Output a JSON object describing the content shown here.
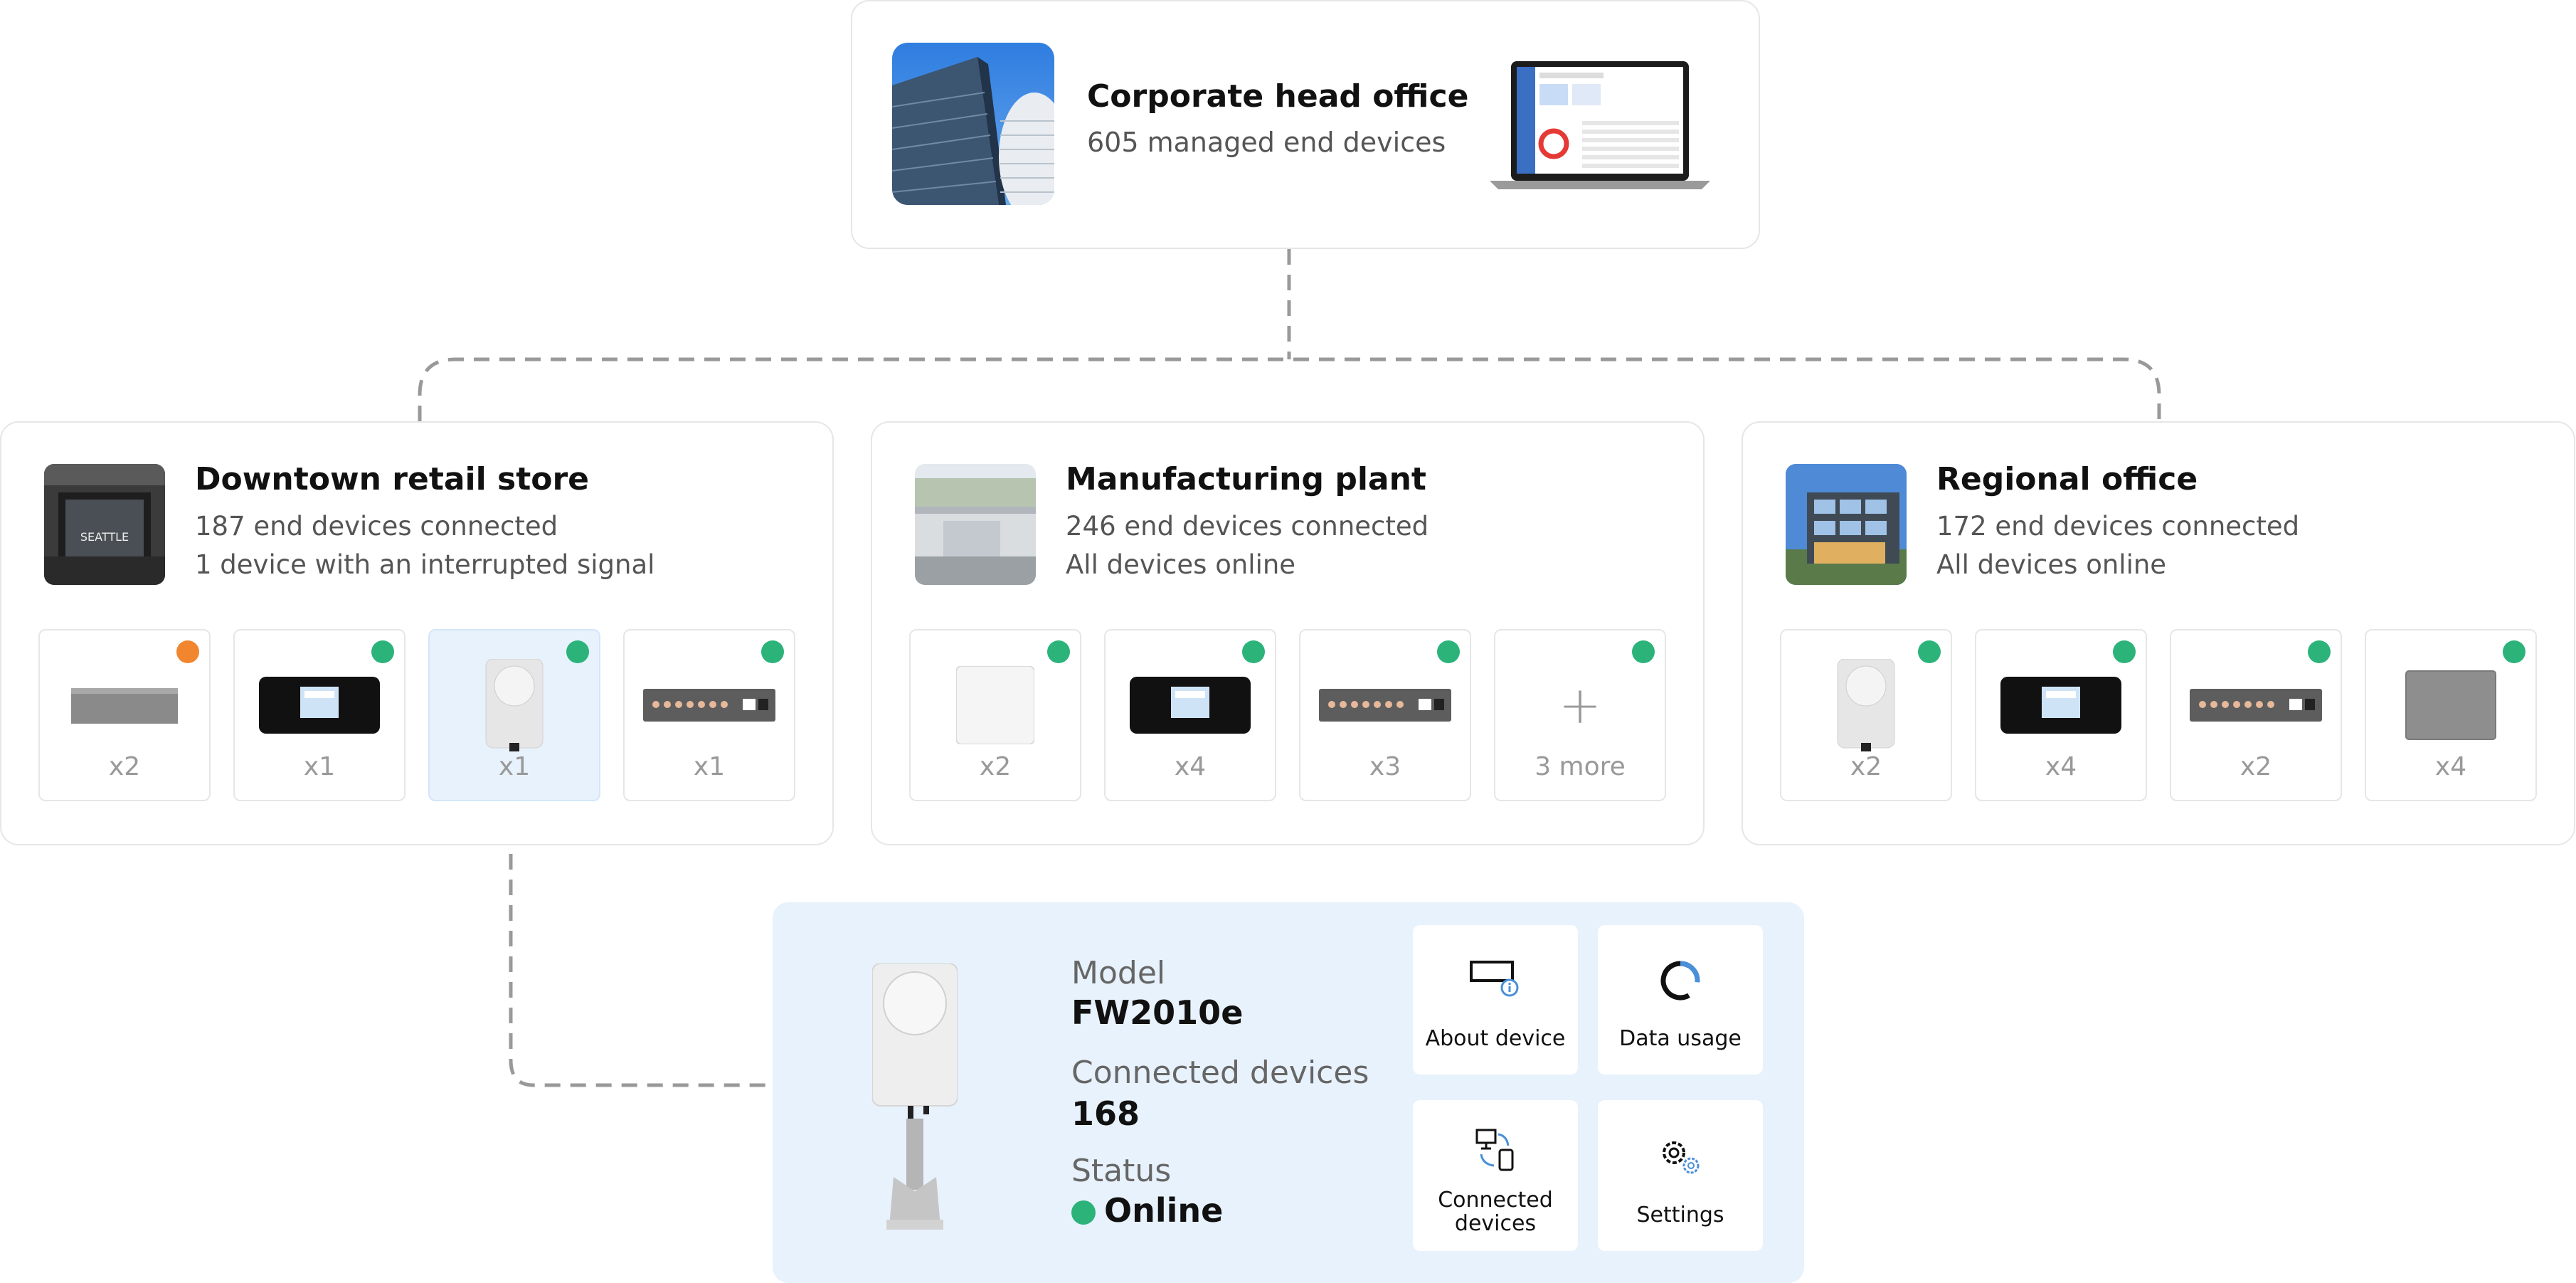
{
  "hq": {
    "title": "Corporate head office",
    "subtitle": "605 managed end devices"
  },
  "sites": [
    {
      "title": "Downtown retail store",
      "line1": "187 end devices connected",
      "line2": "1 device with an interrupted signal",
      "photo_sign": "SEATTLE",
      "tiles": [
        {
          "device": "gray-box",
          "count": "x2",
          "status": "warning"
        },
        {
          "device": "black-router",
          "count": "x1",
          "status": "online"
        },
        {
          "device": "white-outdoor-unit",
          "count": "x1",
          "status": "online",
          "selected": true
        },
        {
          "device": "switch",
          "count": "x1",
          "status": "online"
        }
      ]
    },
    {
      "title": "Manufacturing plant",
      "line1": "246 end devices connected",
      "line2": "All devices online",
      "tiles": [
        {
          "device": "white-access-point",
          "count": "x2",
          "status": "online"
        },
        {
          "device": "black-router",
          "count": "x4",
          "status": "online"
        },
        {
          "device": "switch",
          "count": "x3",
          "status": "online"
        },
        {
          "device": "more",
          "count": "3 more",
          "status": "online"
        }
      ]
    },
    {
      "title": "Regional office",
      "line1": "172 end devices connected",
      "line2": "All devices online",
      "tiles": [
        {
          "device": "white-outdoor-unit",
          "count": "x2",
          "status": "online"
        },
        {
          "device": "black-router",
          "count": "x4",
          "status": "online"
        },
        {
          "device": "switch",
          "count": "x2",
          "status": "online"
        },
        {
          "device": "gray-cube",
          "count": "x4",
          "status": "online"
        }
      ]
    }
  ],
  "detail": {
    "model_label": "Model",
    "model_value": "FW2010e",
    "connected_label": "Connected devices",
    "connected_value": "168",
    "status_label": "Status",
    "status_value": "Online",
    "actions": [
      {
        "label": "About device",
        "icon": "about-device-icon"
      },
      {
        "label": "Data usage",
        "icon": "data-usage-icon"
      },
      {
        "label": "Connected\ndevices",
        "icon": "connected-devices-icon"
      },
      {
        "label": "Settings",
        "icon": "settings-icon"
      }
    ]
  },
  "colors": {
    "online": "#2bb37a",
    "warning": "#f2862e",
    "panel": "#e8f2fc",
    "accent": "#4a90d9"
  }
}
